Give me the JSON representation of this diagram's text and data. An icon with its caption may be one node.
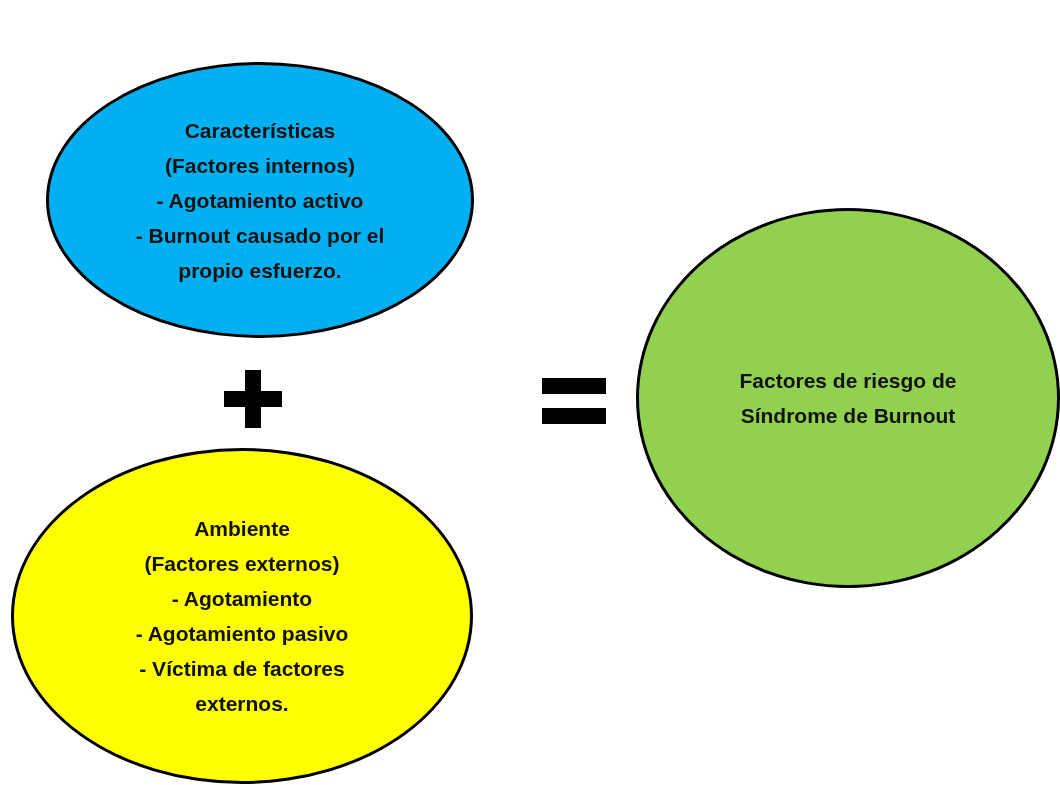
{
  "diagram": {
    "nodes": [
      {
        "text": [
          "Características",
          "(Factores internos)",
          "- Agotamiento activo",
          "- Burnout causado por el propio esfuerzo."
        ]
      },
      {
        "text": [
          "Ambiente",
          "(Factores externos)",
          "- Agotamiento",
          "- Agotamiento pasivo",
          "- Víctima de factores externos."
        ]
      },
      {
        "text": [
          "Factores de riesgo de Síndrome de Burnout"
        ]
      }
    ],
    "edges": []
  }
}
